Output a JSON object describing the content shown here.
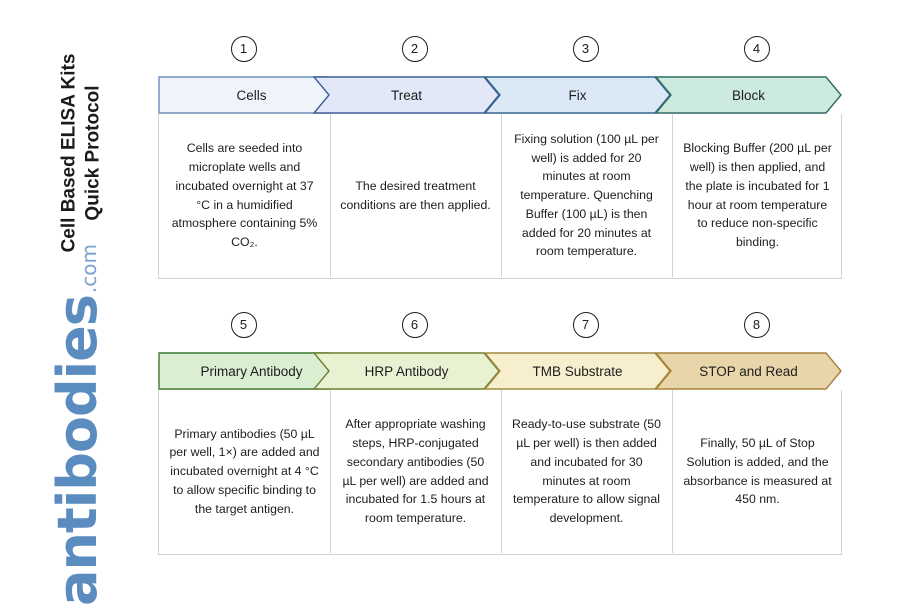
{
  "title": {
    "line1": "Cell Based ELISA Kits",
    "line2": "Quick Protocol"
  },
  "logo": {
    "name": "antibodies",
    "domain": ".com",
    "color": "#5b8cc0"
  },
  "rows": [
    {
      "id": "row-1",
      "steps": [
        {
          "number": "1",
          "label": "Cells",
          "fill": "#eff4fa",
          "stroke": "#6a8fb8",
          "body": "Cells are seeded into microplate wells and incubated overnight at 37 °C in a humidified atmosphere containing 5% CO₂."
        },
        {
          "number": "2",
          "label": "Treat",
          "fill": "#e2e8f7",
          "stroke": "#3f5f93",
          "body": "The desired treatment conditions are then applied."
        },
        {
          "number": "3",
          "label": "Fix",
          "fill": "#dbe9f6",
          "stroke": "#35658f",
          "body": "Fixing solution (100 µL per well) is added for 20 minutes at room temperature. Quenching Buffer (100 µL) is then added for 20 minutes at room temperature."
        },
        {
          "number": "4",
          "label": "Block",
          "fill": "#cdeade",
          "stroke": "#2f6b63",
          "body": "Blocking Buffer (200 µL per well) is then applied, and the plate is incubated for 1 hour at room temperature to reduce non-specific binding."
        }
      ]
    },
    {
      "id": "row-2",
      "steps": [
        {
          "number": "5",
          "label": "Primary Antibody",
          "fill": "#daeed2",
          "stroke": "#3f7a33",
          "body": "Primary antibodies (50 µL per well, 1×) are added and incubated overnight at 4 °C to allow specific binding to the target antigen."
        },
        {
          "number": "6",
          "label": "HRP Antibody",
          "fill": "#e9f1d3",
          "stroke": "#6f7f2c",
          "body": "After appropriate washing steps, HRP-conjugated secondary antibodies (50 µL per well) are added and incubated for 1.5 hours at room temperature."
        },
        {
          "number": "7",
          "label": "TMB Substrate",
          "fill": "#f6eecd",
          "stroke": "#a38a3e",
          "body": "Ready-to-use substrate (50 µL per well) is then added and incubated for 30 minutes at room temperature to allow signal development."
        },
        {
          "number": "8",
          "label": "STOP and Read",
          "fill": "#e8d5a9",
          "stroke": "#a8823c",
          "body": "Finally, 50 µL of Stop Solution is added, and the absorbance is measured at 450 nm."
        }
      ]
    }
  ]
}
